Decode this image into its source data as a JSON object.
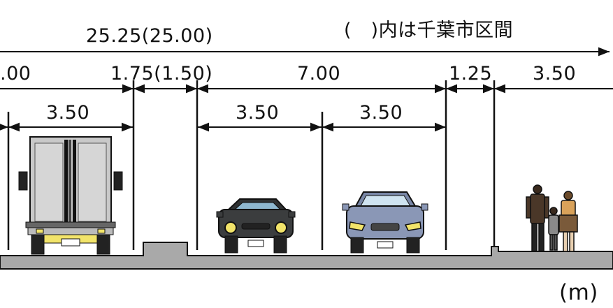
{
  "dimensions": {
    "total_width": "25.25(25.00)",
    "note": "(　)内は千葉市区間",
    "left_lane_partial": ".00",
    "median": "1.75(1.50)",
    "carriageway": "7.00",
    "shoulder": "1.25",
    "sidewalk": "3.50",
    "lane_left": "3.50",
    "lane_1": "3.50",
    "lane_2": "3.50"
  },
  "unit": "(m)",
  "colors": {
    "road": "#a9a9a9",
    "line": "#111111",
    "car_body": "#3b3d3e",
    "car2_body": "#8a97b6",
    "truck_body": "#c9c9c9",
    "headlight": "#f2e46a"
  }
}
